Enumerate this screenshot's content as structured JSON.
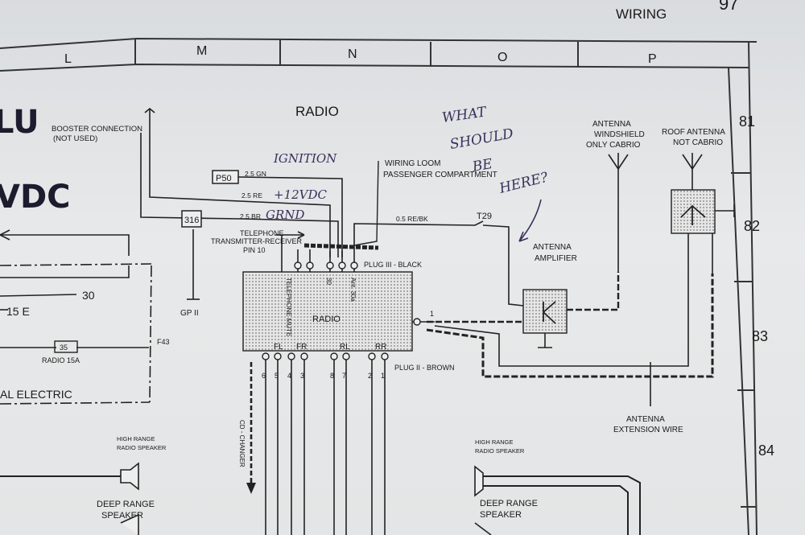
{
  "header": {
    "title": "WIRING",
    "page": "97"
  },
  "columns": [
    "L",
    "M",
    "N",
    "O",
    "P"
  ],
  "rows": [
    "81",
    "82",
    "83",
    "84"
  ],
  "labels": {
    "radio_title": "RADIO",
    "booster_line1": "BOOSTER CONNECTION",
    "booster_line2": "(NOT USED)",
    "wiring_loom_line1": "WIRING LOOM",
    "wiring_loom_line2": "PASSENGER COMPARTMENT",
    "p50": "P50",
    "wire_gn": "2.5 GN",
    "wire_re": "2.5 RE",
    "wire_br": "2.5 BR",
    "wire_re_bk": "0.5 RE/BK",
    "connector_316": "316",
    "ground_point": "GP II",
    "telephone_line1": "TELEPHONE",
    "telephone_line2": "TRANSMITTER-RECEIVER",
    "telephone_line3": "PIN 10",
    "plug_iii": "PLUG III - BLACK",
    "plug_ii": "PLUG II - BROWN",
    "t29": "T29",
    "radio_unit": "RADIO",
    "telephone_mute": "TELEPHONE MUTE",
    "pin_30": "30",
    "ant_30a": "Ant. 30a",
    "output_pin": "1",
    "amplifier_line1": "ANTENNA",
    "amplifier_line2": "AMPLIFIER",
    "windshield_line1": "ANTENNA",
    "windshield_line2": "WINDSHIELD",
    "windshield_line3": "ONLY CABRIO",
    "roof_line1": "ROOF ANTENNA",
    "roof_line2": "NOT CABRIO",
    "extension_line1": "ANTENNA",
    "extension_line2": "EXTENSION WIRE",
    "fl": "FL",
    "fr": "FR",
    "rl": "RL",
    "rr": "RR",
    "pins": [
      "6",
      "5",
      "4",
      "3",
      "8",
      "7",
      "2",
      "1"
    ],
    "cd_changer": "CD - CHANGER",
    "high_range_line1": "HIGH RANGE",
    "high_range_line2": "RADIO SPEAKER",
    "deep_range_line1": "DEEP RANGE",
    "deep_range_line2": "SPEAKER",
    "fuse": "35",
    "radio_fuse": "RADIO 15A",
    "term_30": "30",
    "term_15e": "15 E",
    "central_electric": "AL ELECTRIC",
    "f43": "F43"
  },
  "handwriting": {
    "ignition": "IGNITION",
    "voltage": "+12VDC",
    "ground": "GRND",
    "question_1": "WHAT",
    "question_2": "SHOULD",
    "question_3": "BE",
    "question_4": "HERE?",
    "left_top": "LU",
    "left_bottom": "VDC"
  }
}
